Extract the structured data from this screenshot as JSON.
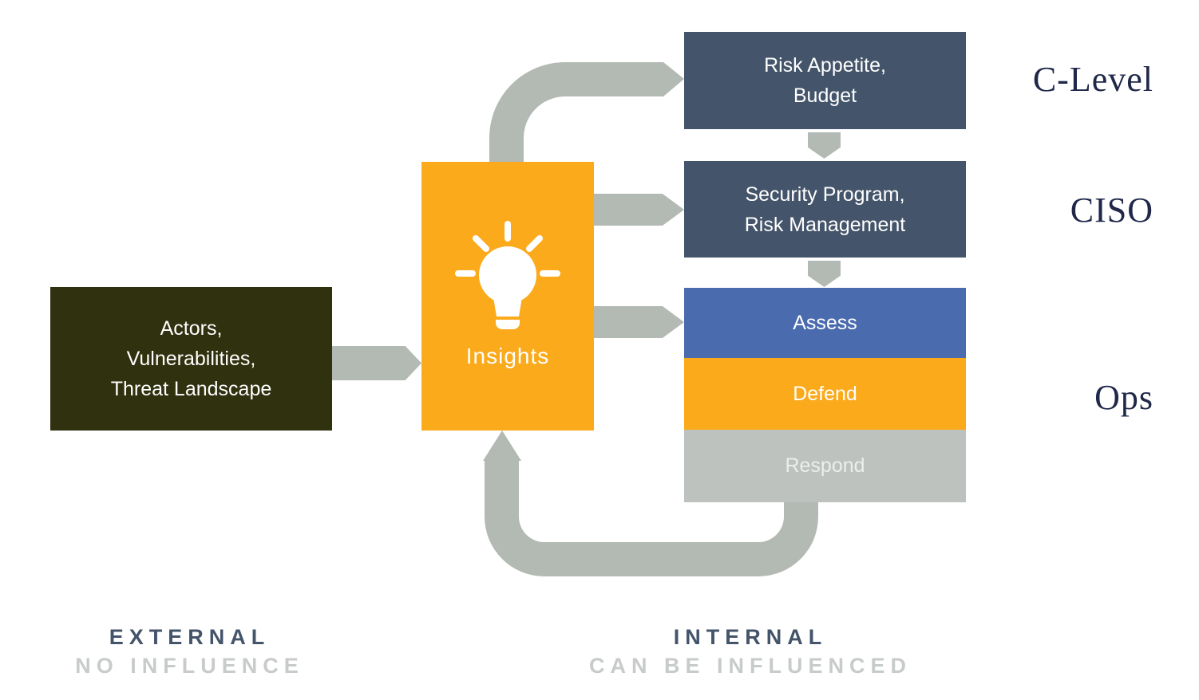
{
  "diagram": {
    "source_box": {
      "line1": "Actors,",
      "line2": "Vulnerabilities,",
      "line3": "Threat Landscape"
    },
    "insights": {
      "label": "Insights",
      "icon": "lightbulb-icon"
    },
    "clevel_box": {
      "line1": "Risk Appetite,",
      "line2": "Budget"
    },
    "ciso_box": {
      "line1": "Security Program,",
      "line2": "Risk Management"
    },
    "ops_stack": [
      {
        "label": "Assess",
        "color": "#4A6BAE"
      },
      {
        "label": "Defend",
        "color": "#FAAA1B"
      },
      {
        "label": "Respond",
        "color": "#BEC2BF"
      }
    ],
    "role_labels": {
      "clevel": "C-Level",
      "ciso": "CISO",
      "ops": "Ops"
    },
    "footer": {
      "external_title": "EXTERNAL",
      "external_subtitle": "NO INFLUENCE",
      "internal_title": "INTERNAL",
      "internal_subtitle": "CAN BE INFLUENCED"
    },
    "colors": {
      "slate_box": "#44546A",
      "olive_box": "#30310F",
      "orange_box": "#FAAA1B",
      "blue_box": "#4A6BAE",
      "gray_box": "#BEC2BF",
      "arrow_gray": "#B3B9B3",
      "serif_label": "#20284A",
      "footer_muted": "#C7CBC9",
      "box_text": "#FFFFFF"
    }
  }
}
